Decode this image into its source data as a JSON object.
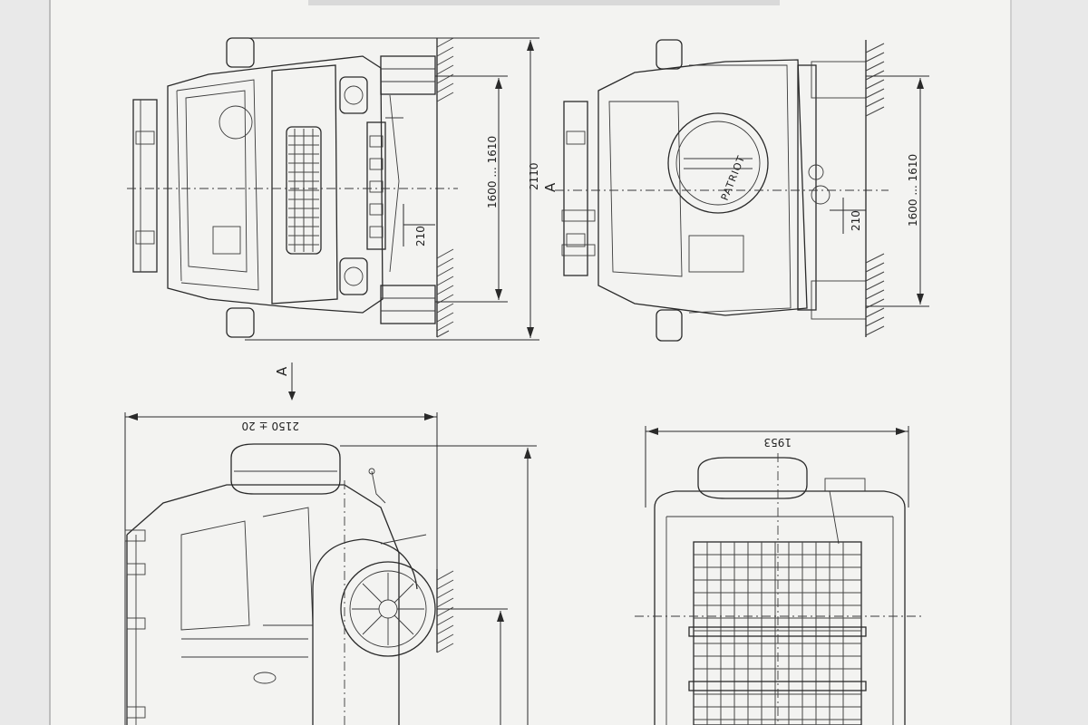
{
  "page": {
    "header_text": "",
    "background": "#e9e9e9",
    "paper": "#f3f3f1"
  },
  "front_view": {
    "dim_overall_height": "2110",
    "dim_ground_range": "1600 ... 1610",
    "dim_small": "210"
  },
  "rear_view": {
    "section_mark": "A",
    "spare_wheel_text": "PATRIOT",
    "dim_ground_range": "1600 ... 1610",
    "dim_small": "210"
  },
  "side_view": {
    "section_mark": "A",
    "dim_length": "2150 ± 20"
  },
  "top_view": {
    "dim_width": "1953"
  }
}
